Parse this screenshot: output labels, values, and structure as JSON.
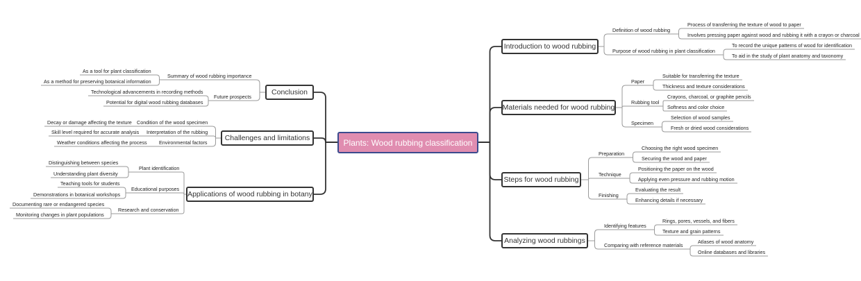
{
  "diagram": {
    "root": {
      "label": "Plants: Wood rubbing classification",
      "color": "#e08db0"
    },
    "right": [
      {
        "label": "Introduction to wood rubbing",
        "children": [
          {
            "label": "Definition of wood rubbing",
            "children": [
              "Process of transferring the texture of wood to paper",
              "Involves pressing paper against wood and rubbing it with a crayon or charcoal"
            ]
          },
          {
            "label": "Purpose of wood rubbing in plant classification",
            "children": [
              "To record the unique patterns of wood for identification",
              "To aid in the study of plant anatomy and taxonomy"
            ]
          }
        ]
      },
      {
        "label": "Materials needed for wood rubbing",
        "children": [
          {
            "label": "Paper",
            "children": [
              "Suitable for transferring the texture",
              "Thickness and texture considerations"
            ]
          },
          {
            "label": "Rubbing tool",
            "children": [
              "Crayons, charcoal, or graphite pencils",
              "Softness and color choice"
            ]
          },
          {
            "label": "Specimen",
            "children": [
              "Selection of wood samples",
              "Fresh or dried wood considerations"
            ]
          }
        ]
      },
      {
        "label": "Steps for wood rubbing",
        "children": [
          {
            "label": "Preparation",
            "children": [
              "Choosing the right wood specimen",
              "Securing the wood and paper"
            ]
          },
          {
            "label": "Technique",
            "children": [
              "Positioning the paper on the wood",
              "Applying even pressure and rubbing motion"
            ]
          },
          {
            "label": "Finishing",
            "children": [
              "Evaluating the result",
              "Enhancing details if necessary"
            ]
          }
        ]
      },
      {
        "label": "Analyzing wood rubbings",
        "children": [
          {
            "label": "Identifying features",
            "children": [
              "Rings, pores, vessels, and fibers",
              "Texture and grain patterns"
            ]
          },
          {
            "label": "Comparing with reference materials",
            "children": [
              "Atlases of wood anatomy",
              "Online databases and libraries"
            ]
          }
        ]
      }
    ],
    "left": [
      {
        "label": "Conclusion",
        "children": [
          {
            "label": "Summary of wood rubbing importance",
            "children": [
              "As a tool for plant classification",
              "As a method for preserving botanical information"
            ]
          },
          {
            "label": "Future prospects",
            "children": [
              "Technological advancements in recording methods",
              "Potential for digital wood rubbing databases"
            ]
          }
        ]
      },
      {
        "label": "Challenges and limitations",
        "children": [
          {
            "label": "Condition of the wood specimen",
            "children": [
              "Decay or damage affecting the texture"
            ]
          },
          {
            "label": "Interpretation of the rubbing",
            "children": [
              "Skill level required for accurate analysis"
            ]
          },
          {
            "label": "Environmental factors",
            "children": [
              "Weather conditions affecting the process"
            ]
          }
        ]
      },
      {
        "label": "Applications of wood rubbing in botany",
        "children": [
          {
            "label": "Plant identification",
            "children": [
              "Distinguishing between species",
              "Understanding plant diversity"
            ]
          },
          {
            "label": "Educational purposes",
            "children": [
              "Teaching tools for students",
              "Demonstrations in botanical workshops"
            ]
          },
          {
            "label": "Research and conservation",
            "children": [
              "Documenting rare or endangered species",
              "Monitoring changes in plant populations"
            ]
          }
        ]
      }
    ]
  }
}
